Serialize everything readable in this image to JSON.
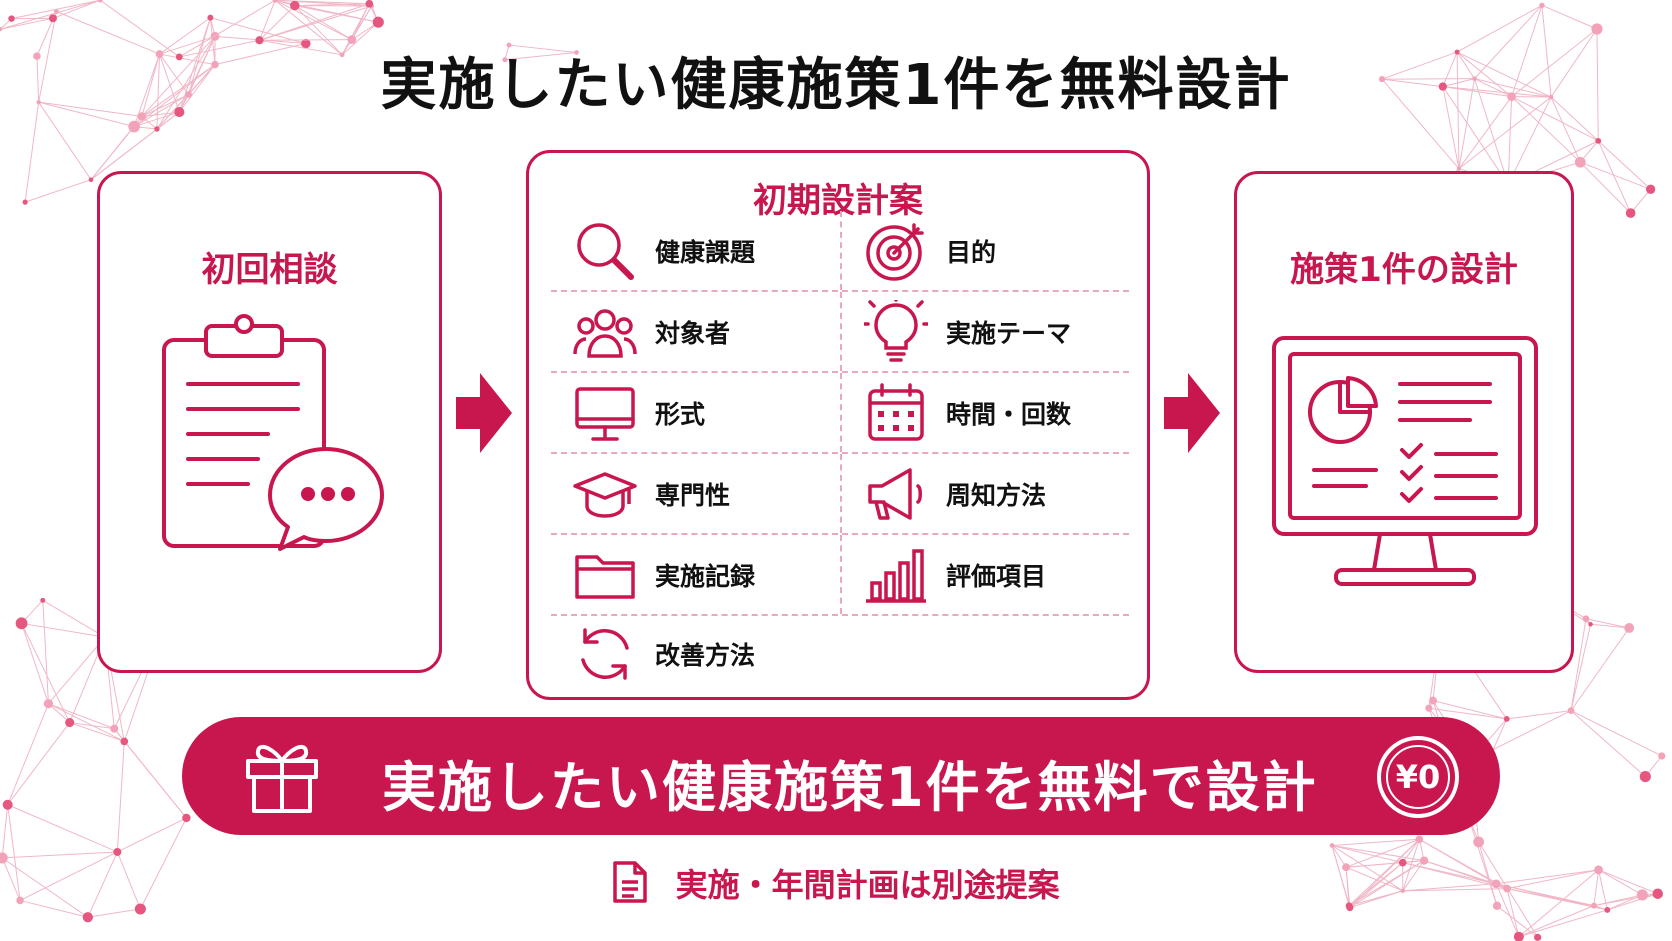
{
  "title": "実施したい健康施策1件を無料設計",
  "step1": {
    "title": "初回相談",
    "icon": "clipboard-chat-icon"
  },
  "step2": {
    "title": "初期設計案",
    "items": [
      {
        "label": "健康課題",
        "icon": "magnifier-icon"
      },
      {
        "label": "目的",
        "icon": "target-icon"
      },
      {
        "label": "対象者",
        "icon": "people-icon"
      },
      {
        "label": "実施テーマ",
        "icon": "lightbulb-icon"
      },
      {
        "label": "形式",
        "icon": "monitor-icon"
      },
      {
        "label": "時間・回数",
        "icon": "calendar-icon"
      },
      {
        "label": "専門性",
        "icon": "graduation-cap-icon"
      },
      {
        "label": "周知方法",
        "icon": "megaphone-icon"
      },
      {
        "label": "実施記録",
        "icon": "folder-icon"
      },
      {
        "label": "評価項目",
        "icon": "bar-chart-icon"
      },
      {
        "label": "改善方法",
        "icon": "refresh-icon"
      }
    ]
  },
  "step3": {
    "title": "施策1件の設計",
    "icon": "monitor-report-icon"
  },
  "banner": {
    "text": "実施したい健康施策1件を無料で設計",
    "price": "¥0",
    "icon": "gift-icon"
  },
  "note": {
    "text": "実施・年間計画は別途提案",
    "icon": "document-icon"
  },
  "colors": {
    "accent": "#c8164e",
    "dot": "#e6577f"
  }
}
